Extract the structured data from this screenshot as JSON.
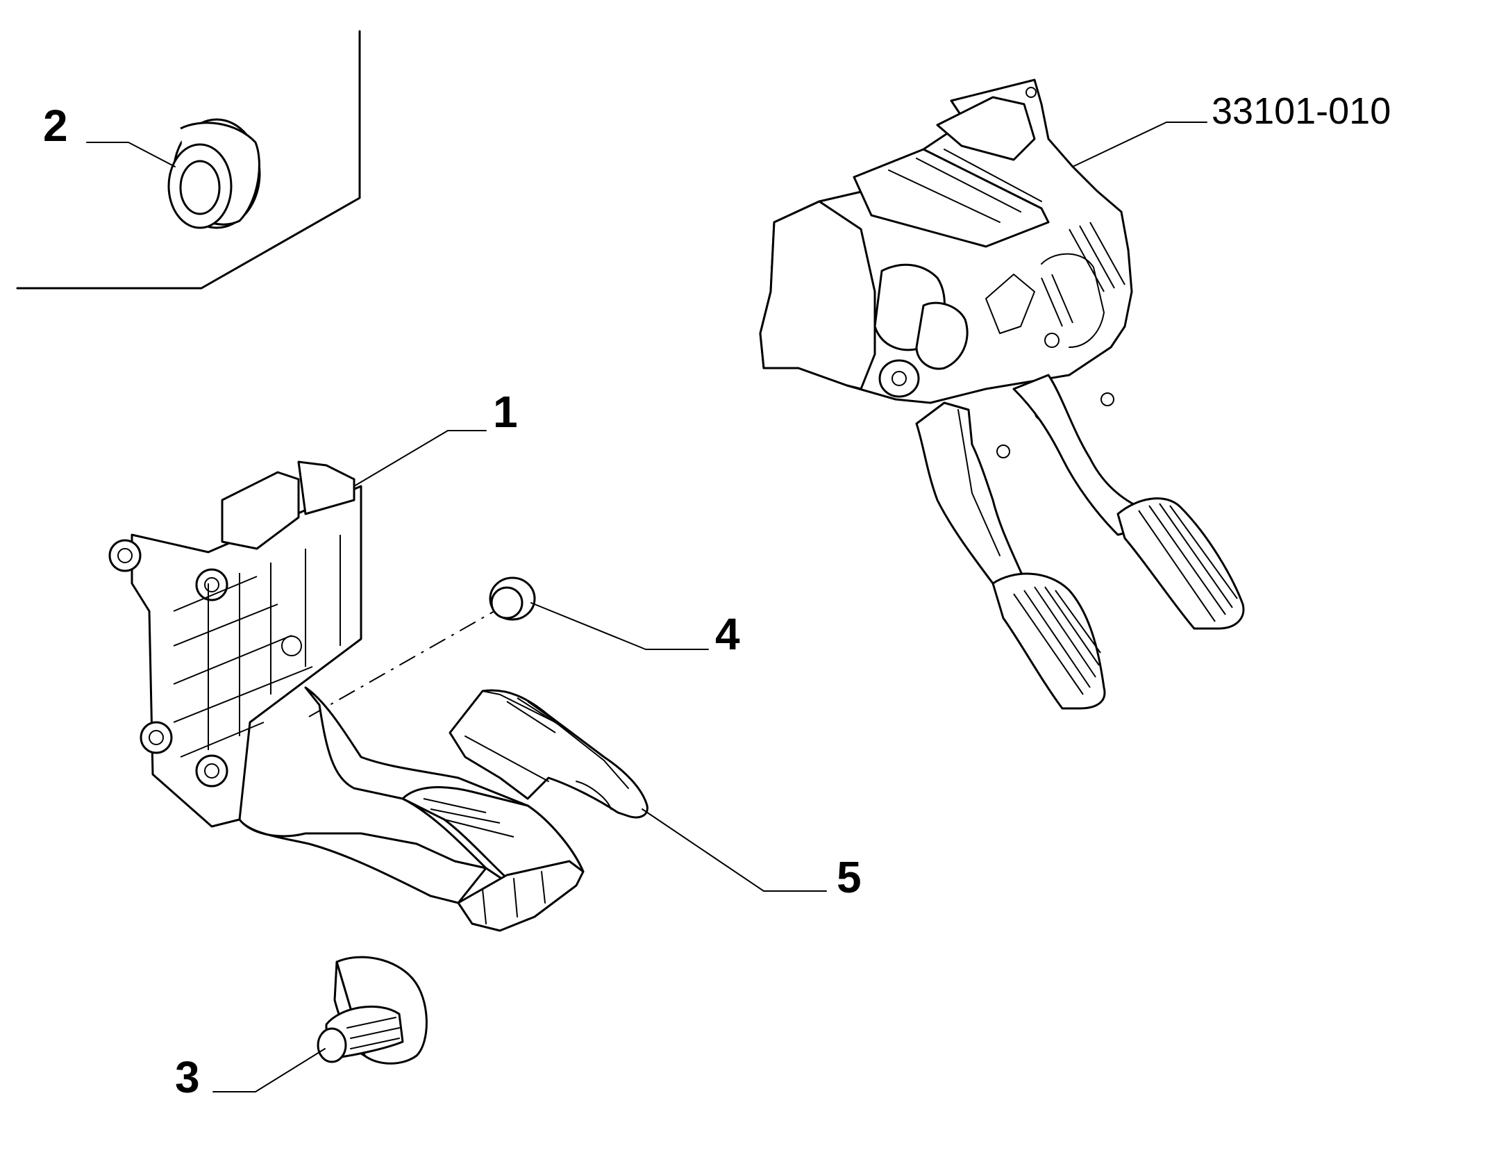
{
  "diagram": {
    "callouts": [
      {
        "id": "1",
        "label": "1"
      },
      {
        "id": "2",
        "label": "2"
      },
      {
        "id": "3",
        "label": "3"
      },
      {
        "id": "4",
        "label": "4"
      },
      {
        "id": "5",
        "label": "5"
      }
    ],
    "assembly_reference": "33101-010",
    "colors": {
      "line": "#000000",
      "background": "#ffffff"
    }
  }
}
